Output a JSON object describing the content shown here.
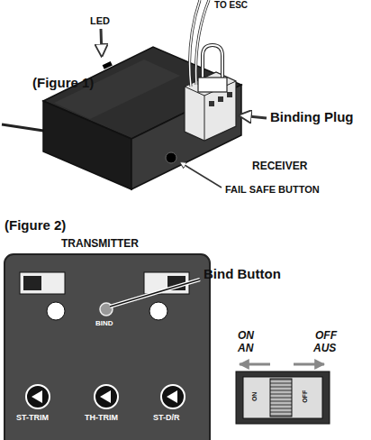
{
  "diagram": {
    "labels": [
      "TO ESC",
      "LED",
      "(Figure 1)",
      "Binding Plug",
      "RECEIVER",
      "FAIL SAFE BUTTON",
      "(Figure 2)",
      "TRANSMITTER",
      "Bind Button",
      "BIND",
      "ST-TRIM",
      "TH-TRIM",
      "ST-D/R",
      "ON",
      "AN",
      "OFF",
      "AUS",
      "ON",
      "OFF"
    ]
  }
}
